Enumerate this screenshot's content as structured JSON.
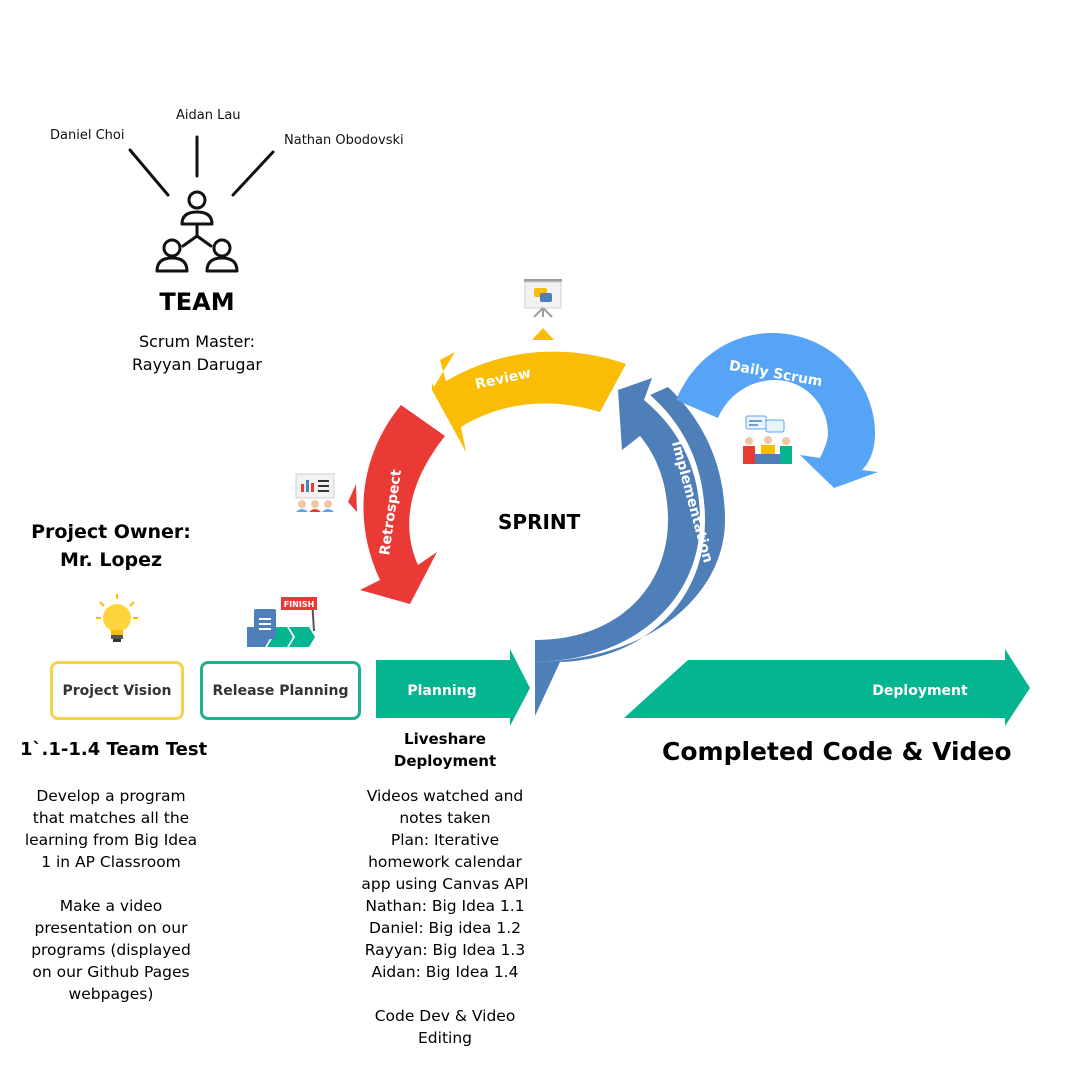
{
  "team": {
    "members": [
      "Daniel Choi",
      "Aidan Lau",
      "Nathan Obodovski"
    ],
    "title": "TEAM",
    "scrum_master_label": "Scrum Master:",
    "scrum_master_name": "Rayyan Darugar"
  },
  "owner": {
    "label": "Project Owner:",
    "name": "Mr. Lopez"
  },
  "stages": {
    "project_vision": "Project Vision",
    "release_planning": "Release Planning",
    "planning": "Planning",
    "deployment": "Deployment"
  },
  "cycle": {
    "center": "SPRINT",
    "review": "Review",
    "retrospect": "Retrospect",
    "implementation": "Implementation",
    "daily_scrum": "Daily Scrum"
  },
  "icons": {
    "finish_flag": "FINISH"
  },
  "team_test": {
    "heading": "1`.1-1.4 Team Test",
    "description_1": "Develop a program\nthat matches all the\nlearning from Big Idea\n1 in AP Classroom",
    "description_2": "Make a video\npresentation on our\nprograms (displayed\non our Github Pages\nwebpages)"
  },
  "liveshare": {
    "heading": "Liveshare\nDeployment",
    "notes": "Videos watched and\nnotes taken\nPlan: Iterative\nhomework calendar\napp using Canvas API\nNathan: Big Idea 1.1\nDaniel: Big idea 1.2\nRayyan: Big Idea 1.3\nAidan: Big Idea 1.4\n\nCode Dev & Video\nEditing"
  },
  "completed": "Completed Code & Video",
  "colors": {
    "yellow": "#FBBC05",
    "red": "#EA3A35",
    "dark_blue": "#4E7FB8",
    "light_blue": "#55A4F5",
    "green": "#05B58F",
    "vision_border": "#F7D24C",
    "release_border": "#1DB08F"
  }
}
